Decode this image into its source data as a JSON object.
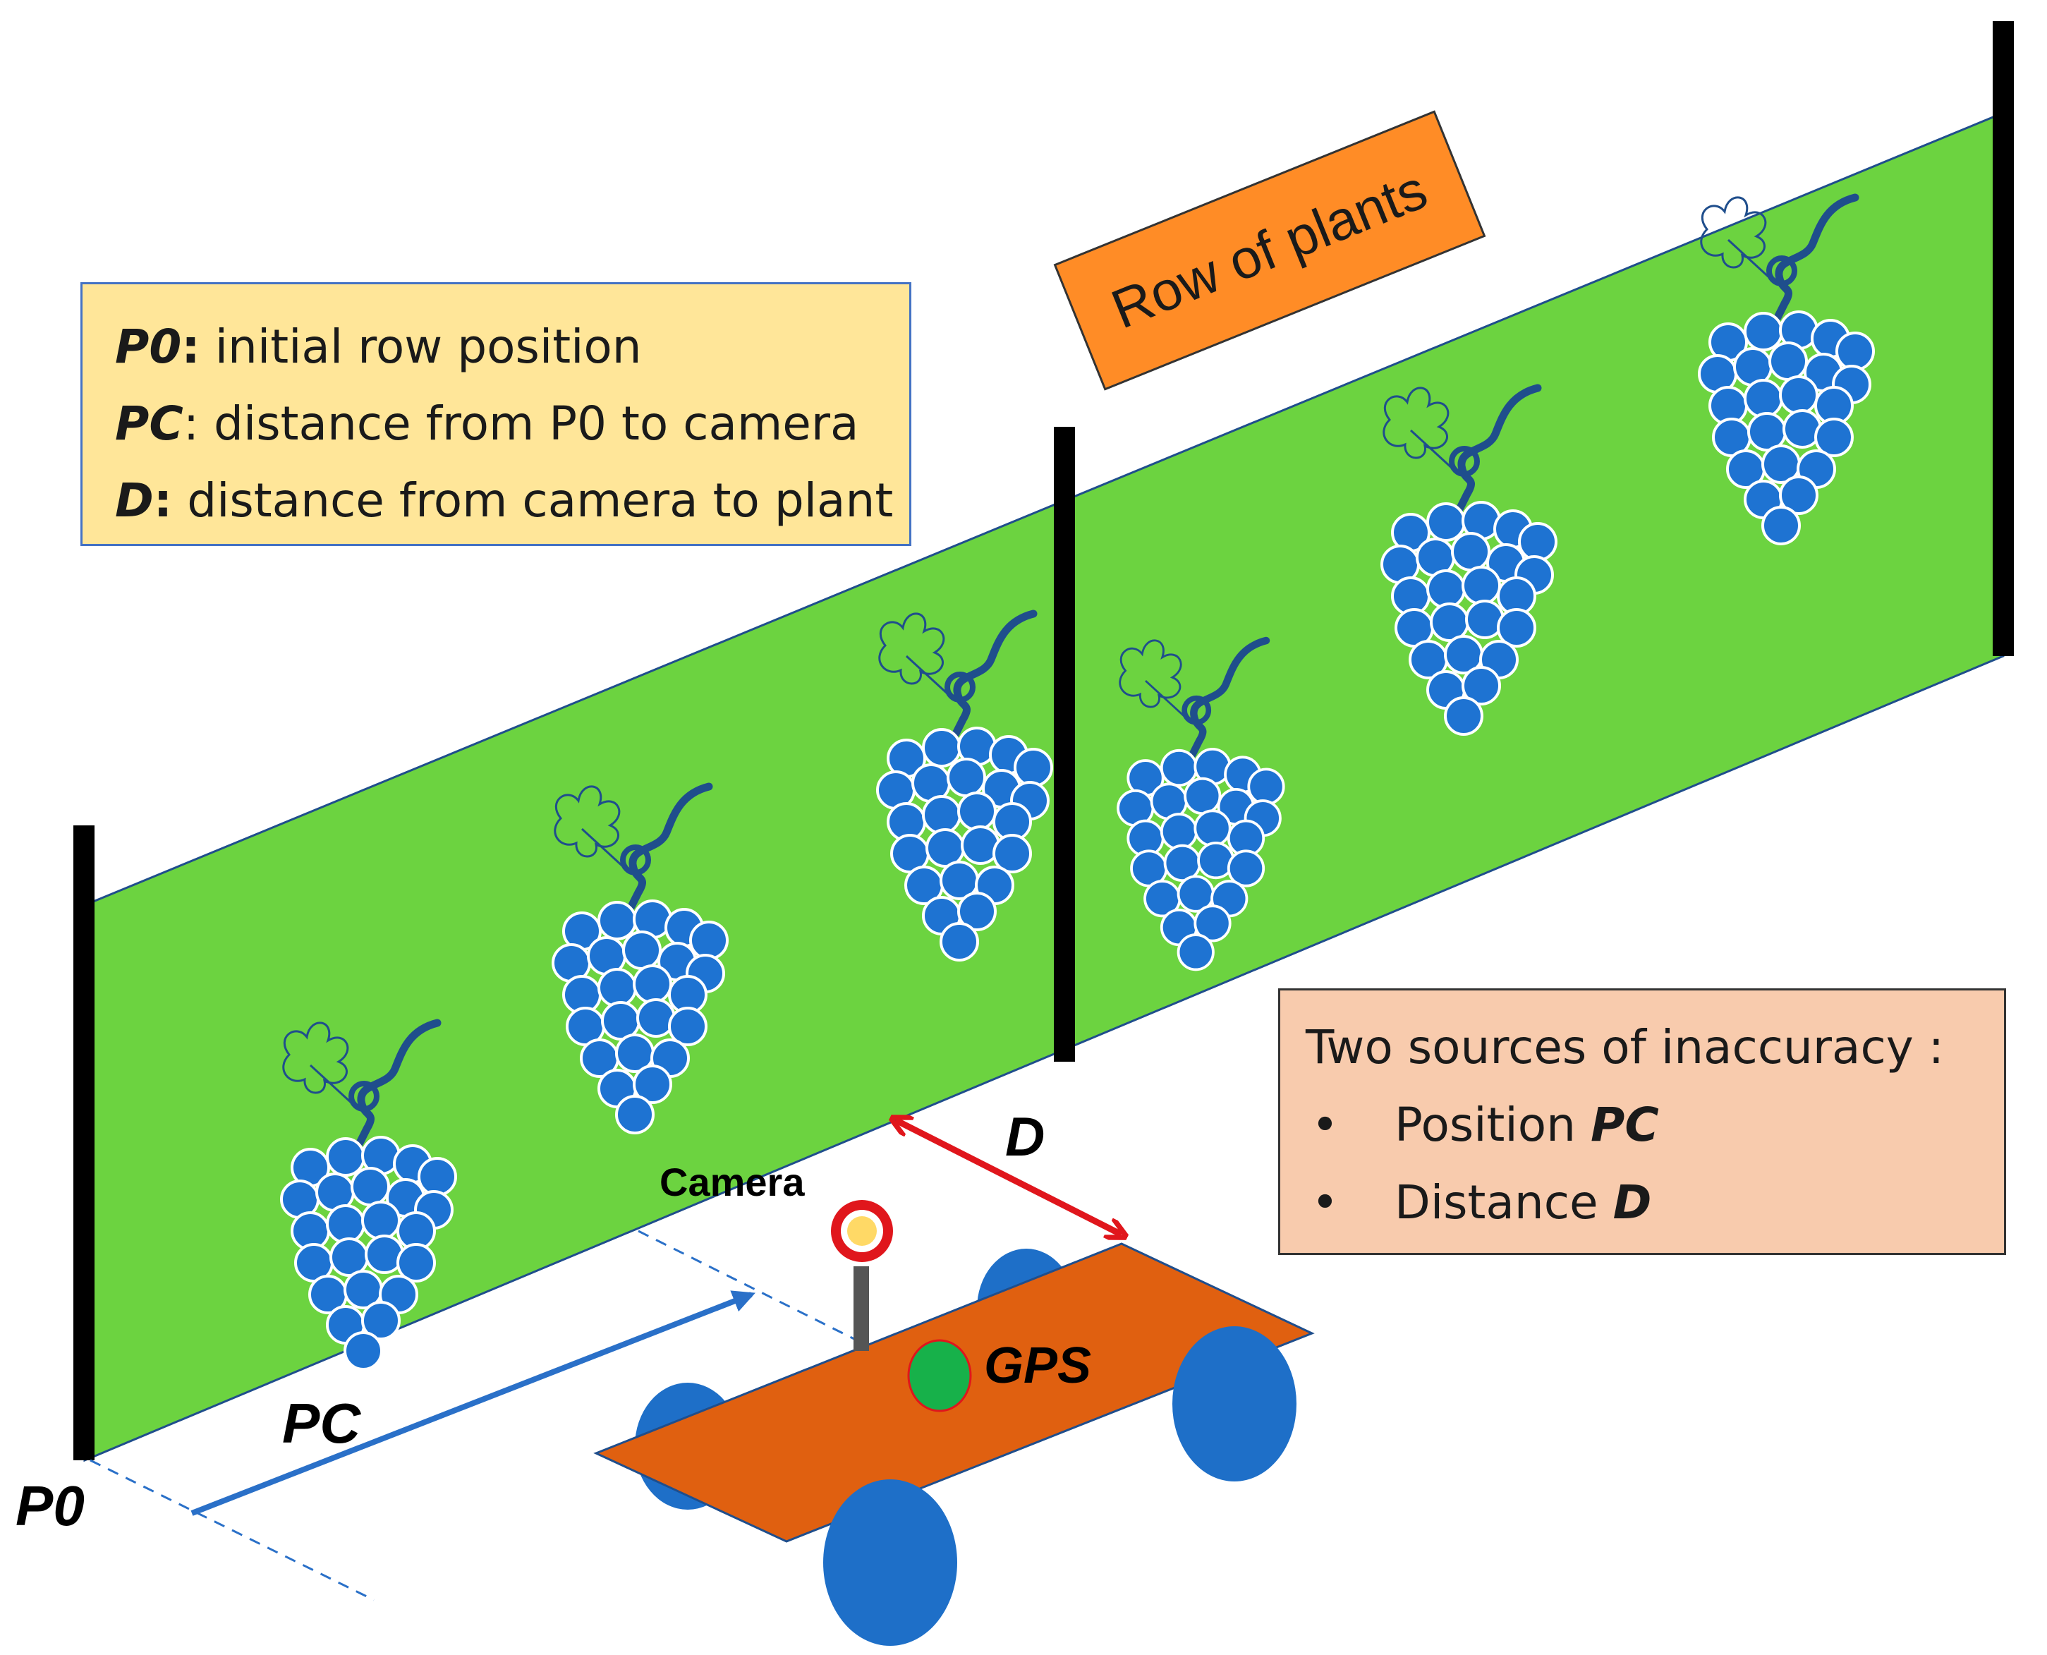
{
  "legend": {
    "p0_key": "P0",
    "p0_text": "initial row position",
    "pc_key": "PC",
    "pc_text": "distance from P0 to camera",
    "d_key": "D",
    "d_text": "distance from camera to plant"
  },
  "row_label": "Row of plants",
  "inaccuracy": {
    "title": "Two sources of inaccuracy :",
    "items": [
      {
        "bullet": "•",
        "prefix": "Position ",
        "key": "PC"
      },
      {
        "bullet": "•",
        "prefix": "Distance ",
        "key": "D"
      }
    ]
  },
  "labels": {
    "camera": "Camera",
    "gps": "GPS",
    "pc": "PC",
    "p0": "P0",
    "d": "D"
  },
  "colors": {
    "row": "#6cd340",
    "grape": "#1e73d2",
    "vine": "#1f4e8c",
    "robot_body": "#e06010",
    "wheel": "#1e6fc8",
    "row_label_bg": "#ff8c26",
    "legend_bg": "#ffe699",
    "inaccuracy_bg": "#f8cbad",
    "distance_arrow": "#e0161c",
    "pc_arrow": "#2a70c8",
    "gps": "#17b14a"
  },
  "icons": [
    "grape-bunch-icon",
    "vine-leaf-icon",
    "robot-vehicle-icon",
    "camera-icon",
    "gps-icon"
  ]
}
